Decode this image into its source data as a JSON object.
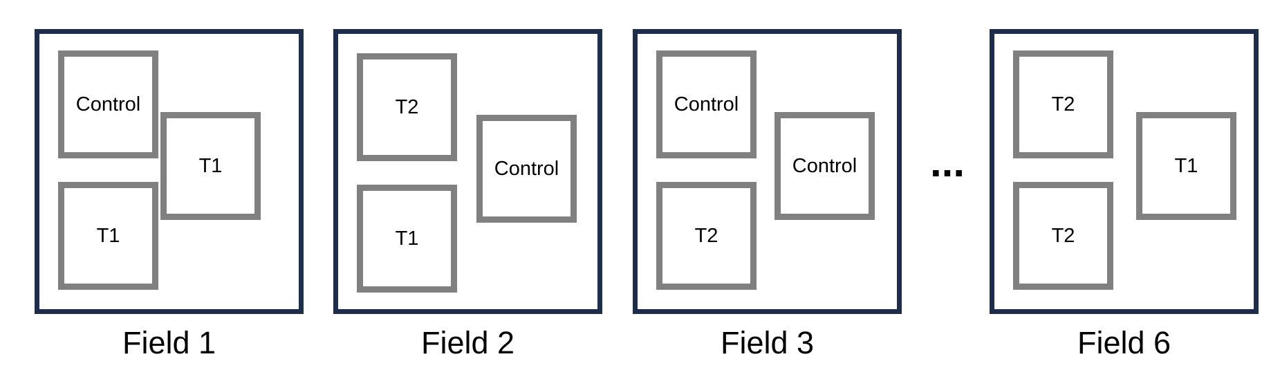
{
  "fields": [
    {
      "label": "Field 1",
      "plots": [
        "Control",
        "T1",
        "T1"
      ]
    },
    {
      "label": "Field 2",
      "plots": [
        "T2",
        "T1",
        "Control"
      ]
    },
    {
      "label": "Field 3",
      "plots": [
        "Control",
        "T2",
        "Control"
      ]
    },
    {
      "label": "Field 6",
      "plots": [
        "T2",
        "T2",
        "T1"
      ]
    }
  ],
  "ellipsis": "...",
  "colors": {
    "frame": "#1f2d4d",
    "plot_border": "#808080"
  }
}
